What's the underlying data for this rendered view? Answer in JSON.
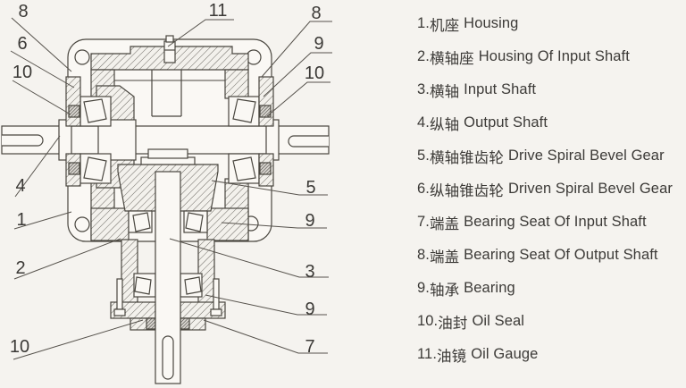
{
  "page": {
    "background_color": "#f5f3ef",
    "line_color": "#49463f",
    "text_color": "#3c3a37"
  },
  "diagram": {
    "description": "Cross-section drawing of spiral bevel gearbox",
    "callouts": [
      {
        "id": "bearing-seat-output-left",
        "label": "8"
      },
      {
        "id": "driven-bevel-gear",
        "label": "6"
      },
      {
        "id": "oil-seal-left",
        "label": "10"
      },
      {
        "id": "output-shaft",
        "label": "4"
      },
      {
        "id": "housing",
        "label": "1"
      },
      {
        "id": "input-shaft-housing",
        "label": "2"
      },
      {
        "id": "oil-seal-bottom",
        "label": "10"
      },
      {
        "id": "oil-gauge",
        "label": "11"
      },
      {
        "id": "bearing-seat-output-right",
        "label": "8"
      },
      {
        "id": "bearing-output-right",
        "label": "9"
      },
      {
        "id": "oil-seal-right",
        "label": "10"
      },
      {
        "id": "drive-bevel-gear",
        "label": "5"
      },
      {
        "id": "bearing-input-upper",
        "label": "9"
      },
      {
        "id": "input-shaft",
        "label": "3"
      },
      {
        "id": "bearing-input-lower",
        "label": "9"
      },
      {
        "id": "bearing-seat-input",
        "label": "7"
      }
    ]
  },
  "legend": {
    "items": [
      {
        "num": "1.",
        "cn": "机座",
        "en": "Housing"
      },
      {
        "num": "2.",
        "cn": "横轴座",
        "en": "Housing Of Input Shaft"
      },
      {
        "num": "3.",
        "cn": "横轴",
        "en": "Input Shaft"
      },
      {
        "num": "4.",
        "cn": "纵轴",
        "en": "Output Shaft"
      },
      {
        "num": "5.",
        "cn": "横轴锥齿轮",
        "en": "Drive Spiral Bevel Gear"
      },
      {
        "num": "6.",
        "cn": "纵轴锥齿轮",
        "en": "Driven Spiral Bevel Gear"
      },
      {
        "num": "7.",
        "cn": "端盖",
        "en": "Bearing Seat Of Input Shaft"
      },
      {
        "num": "8.",
        "cn": "端盖",
        "en": "Bearing Seat Of Output Shaft"
      },
      {
        "num": "9.",
        "cn": "轴承",
        "en": "Bearing"
      },
      {
        "num": "10.",
        "cn": "油封",
        "en": "Oil Seal"
      },
      {
        "num": "11.",
        "cn": "油镜",
        "en": "Oil Gauge"
      }
    ]
  }
}
